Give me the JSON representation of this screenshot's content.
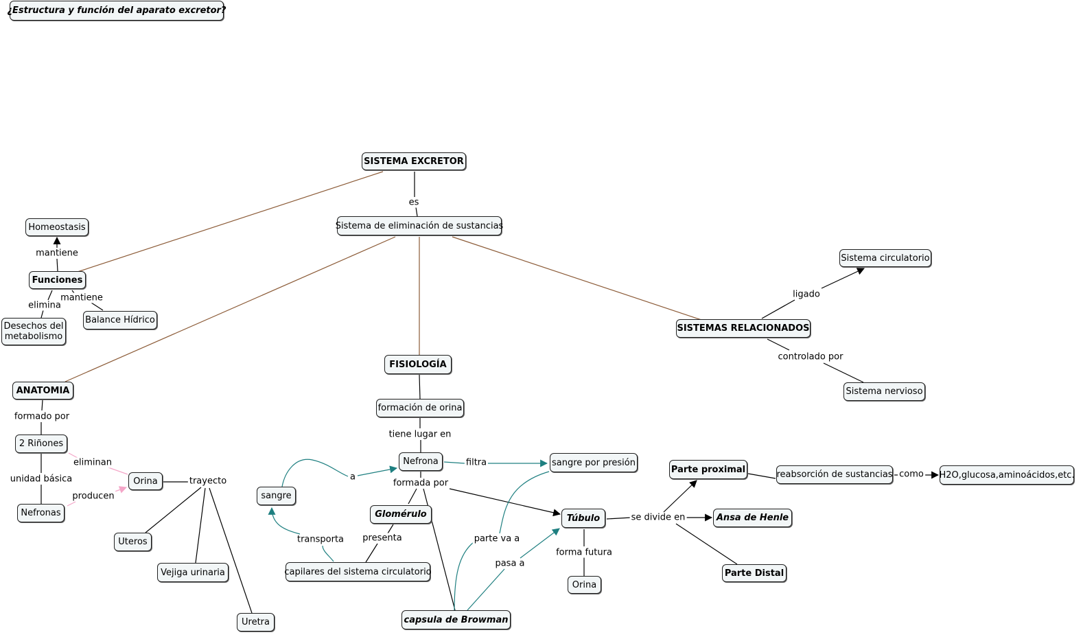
{
  "title": "¿Estructura y función del aparato excretor?",
  "nodes": {
    "sistema_excretor": "SISTEMA EXCRETOR",
    "sistema_eliminacion": "Sistema de eliminación de sustancias",
    "homeostasis": "Homeostasis",
    "funciones": "Funciones",
    "desechos": "Desechos del metabolismo",
    "balance_hidrico": "Balance Hídrico",
    "anatomia": "ANATOMIA",
    "dos_rinones": "2 Riñones",
    "nefronas": "Nefronas",
    "orina_anat": "Orina",
    "uteros": "Uteros",
    "vejiga": "Vejiga urinaria",
    "uretra": "Uretra",
    "fisiologia": "FISIOLOGÍA",
    "formacion_orina": "formación de orina",
    "nefrona": "Nefrona",
    "sangre": "sangre",
    "sangre_presion": "sangre por presión",
    "glomerulo": "Glomérulo",
    "capilares": "capilares del sistema circulatorio",
    "capsula": "capsula de Browman",
    "tubulo": "Túbulo",
    "orina_fis": "Orina",
    "parte_proximal": "Parte proximal",
    "reabsorcion": "reabsorción de sustancias",
    "h2o": "H2O,glucosa,aminoácidos,etc.",
    "ansa": "Ansa de Henle",
    "parte_distal": "Parte Distal",
    "sistemas_relacionados": "SISTEMAS RELACIONADOS",
    "sistema_circulatorio": "Sistema circulatorio",
    "sistema_nervioso": "Sistema nervioso"
  },
  "labels": {
    "es": "es",
    "mantiene_1": "mantiene",
    "mantiene_2": "mantiene",
    "elimina": "elimina",
    "formado_por": "formado por",
    "unidad_basica": "unidad básica",
    "eliminan": "eliminan",
    "producen": "producen",
    "trayecto": "trayecto",
    "tiene_lugar_en": "tiene lugar en",
    "filtra": "filtra",
    "a": "a",
    "formada_por": "formada por",
    "transporta": "transporta",
    "presenta": "presenta",
    "parte_va_a": "parte va a",
    "pasa_a": "pasa a",
    "forma_futura": "forma futura",
    "se_divide_en": "se divide en",
    "como": "como",
    "ligado": "ligado",
    "controlado_por": "controlado por"
  },
  "colors": {
    "node_fill": "#f2f6f7",
    "node_border": "#202020",
    "link_brown": "#8b5a36",
    "link_black": "#000000",
    "link_teal": "#1e7f80",
    "link_pink": "#f4a6c8"
  }
}
